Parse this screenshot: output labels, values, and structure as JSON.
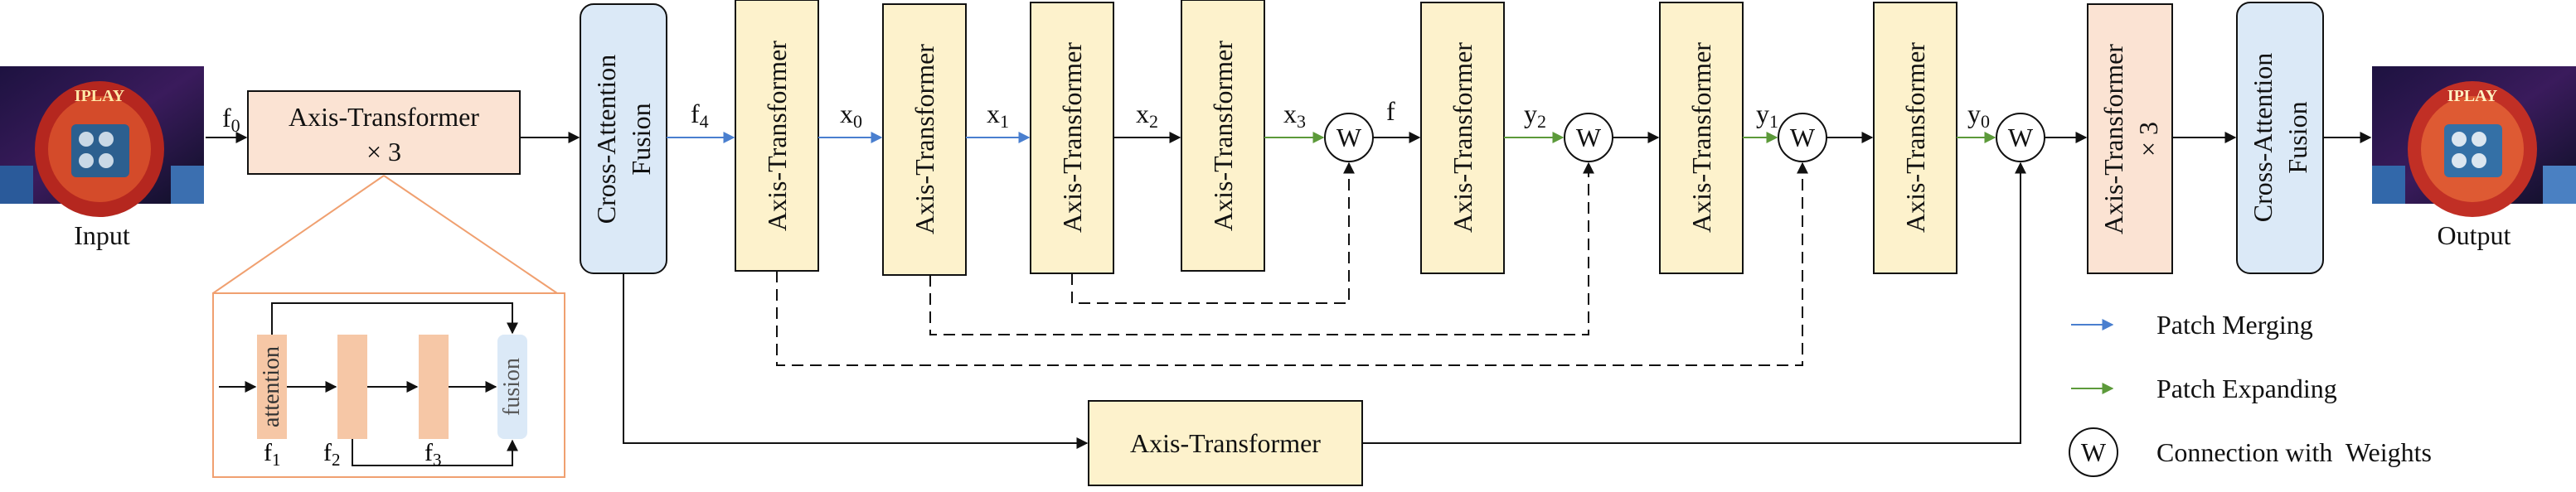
{
  "colors": {
    "transformer_fill": "#fdf2cc",
    "transformer3_fill": "#fbe3d3",
    "fusion_fill": "#dbe9f7",
    "merge_arrow": "#4a7fcf",
    "expand_arrow": "#5c9a3a",
    "zoom_border": "#f0a070",
    "inner_block": "#f6c7a6"
  },
  "io": {
    "input_label": "Input",
    "output_label": "Output",
    "thumbnail_text": "IPLAY"
  },
  "blocks": {
    "at3_name": "Axis-Transformer",
    "at3_mult": "× 3",
    "caf_left": [
      "Cross-Attention",
      "Fusion"
    ],
    "encoder": [
      "Axis-Transformer",
      "Axis-Transformer",
      "Axis-Transformer",
      "Axis-Transformer"
    ],
    "decoder": [
      "Axis-Transformer",
      "Axis-Transformer",
      "Axis-Transformer"
    ],
    "right_at3": "Axis-Transformer",
    "right_at3_mult": "× 3",
    "caf_right": [
      "Cross-Attention",
      "Fusion"
    ],
    "bottom": "Axis-Transformer",
    "weight_symbol": "W"
  },
  "edge_labels": {
    "f0": {
      "base": "f",
      "sub": "0"
    },
    "f4": {
      "base": "f",
      "sub": "4"
    },
    "x0": {
      "base": "x",
      "sub": "0"
    },
    "x1": {
      "base": "x",
      "sub": "1"
    },
    "x2": {
      "base": "x",
      "sub": "2"
    },
    "x3": {
      "base": "x",
      "sub": "3"
    },
    "f": {
      "base": "f",
      "sub": ""
    },
    "y2": {
      "base": "y",
      "sub": "2"
    },
    "y1": {
      "base": "y",
      "sub": "1"
    },
    "y0": {
      "base": "y",
      "sub": "0"
    }
  },
  "zoom": {
    "attention": "attention",
    "fusion": "fusion",
    "f1": {
      "base": "f",
      "sub": "1"
    },
    "f2": {
      "base": "f",
      "sub": "2"
    },
    "f3": {
      "base": "f",
      "sub": "3"
    }
  },
  "legend": [
    {
      "label": "Patch Merging",
      "kind": "merge"
    },
    {
      "label": "Patch Expanding",
      "kind": "expand"
    },
    {
      "label": "Connection with  Weights",
      "kind": "weight",
      "symbol": "W"
    }
  ]
}
